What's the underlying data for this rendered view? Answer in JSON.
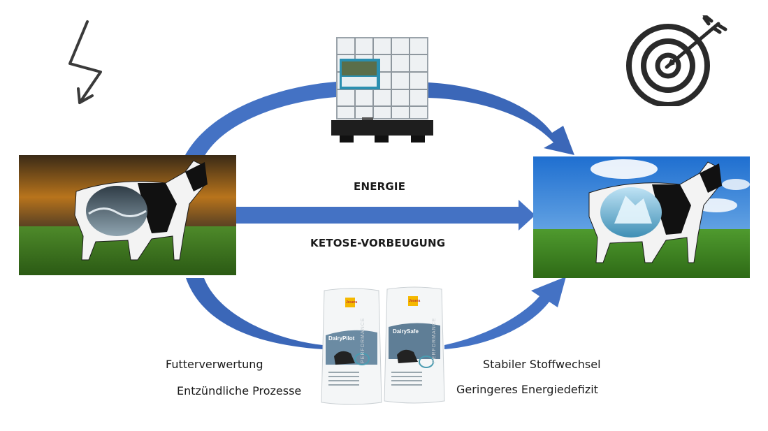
{
  "center_labels": {
    "top": "ENERGIE",
    "bottom": "KETOSE-VORBEUGUNG"
  },
  "left_benefits": [
    "Futterverwertung",
    "Entzündliche Prozesse"
  ],
  "right_benefits": [
    "Stabiler Stoffwechsel",
    "Geringeres Energiedefizit"
  ],
  "bags": [
    {
      "brand": "Josera",
      "name": "DairyPilot",
      "side_text": "PERFORMANCE"
    },
    {
      "brand": "Josera",
      "name": "DairySafe",
      "side_text": "PERFORMANCE"
    }
  ],
  "icons": {
    "left": "lightning-icon",
    "right": "target-arrow-icon"
  },
  "colors": {
    "arrow_blue": "#4472c4",
    "arrow_dark": "#2f5597",
    "bag_accent": "#f5b800"
  }
}
